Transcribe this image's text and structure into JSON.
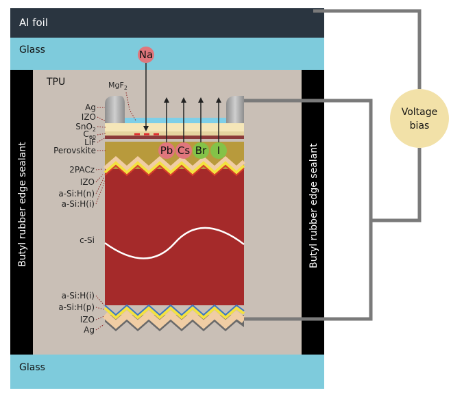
{
  "top": {
    "foil": "Al foil",
    "glass": "Glass"
  },
  "bottom": {
    "glass": "Glass"
  },
  "encapsulant": "TPU",
  "sealant": {
    "left": "Butyl rubber edge sealant",
    "right": "Butyl rubber edge sealant"
  },
  "bias": {
    "line1": "Voltage",
    "line2": "bias"
  },
  "ions": {
    "in": "Na",
    "out": [
      "Pb",
      "Cs",
      "Br",
      "I"
    ]
  },
  "layers_left": [
    "Ag",
    "IZO",
    "SnO",
    "C",
    "LiF",
    "Perovskite",
    "2PACz",
    "IZO",
    "a-Si:H(n)",
    "a-Si:H(i)",
    "c-Si",
    "a-Si:H(i)",
    "a-Si:H(p)",
    "IZO",
    "Ag"
  ],
  "mgf2": {
    "base": "MgF",
    "sub": "2"
  },
  "sno2_sub": "2",
  "c60_sub": "60",
  "colors": {
    "foil": "#2a3540",
    "glass": "#7ecbdc",
    "tpu": "#c9bfb6",
    "sealant": "#000000",
    "csi": "#a52a2a",
    "perovskite": "#b89a3c",
    "izo": "#f0cda4",
    "yellow": "#f4e240",
    "bias_fill": "#f2e1a8",
    "pb_cs": "#e0767c",
    "br_i": "#84c248",
    "wire": "#7a7a7a"
  }
}
